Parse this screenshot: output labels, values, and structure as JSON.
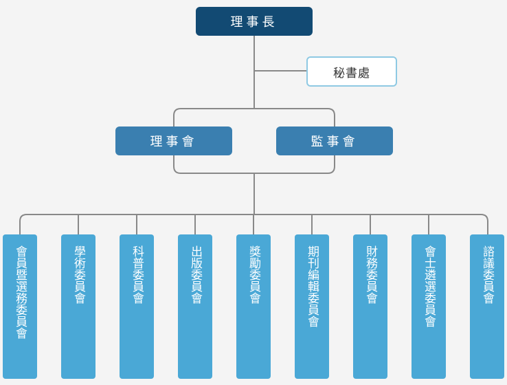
{
  "org": {
    "chair": "理事長",
    "secretary": "秘書處",
    "boards": [
      "理事會",
      "監事會"
    ],
    "committees": [
      "會員暨選務委員會",
      "學術委員會",
      "科普委員會",
      "出版委員會",
      "獎勵委員會",
      "期刊編輯委員會",
      "財務委員會",
      "會士遴選委員會",
      "諮議委員會"
    ]
  },
  "colors": {
    "chair": "#124a73",
    "board": "#3a7fb0",
    "committee": "#4aa8d6",
    "secretary_border": "#8ec9e3",
    "line": "#888888"
  }
}
